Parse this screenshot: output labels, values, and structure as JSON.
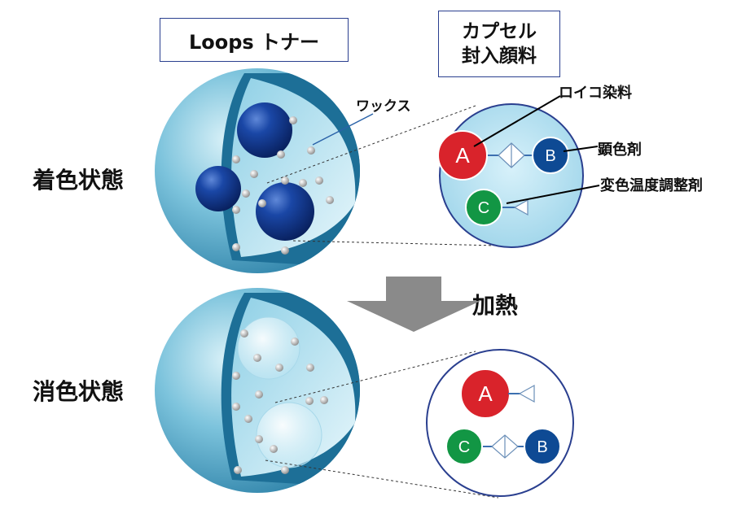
{
  "toner_box_label": "Loops トナー",
  "capsule_box_label": {
    "line1": "カプセル",
    "line2": "封入顔料"
  },
  "state_colored": "着色状態",
  "state_erased": "消色状態",
  "heat_label": "加熱",
  "callouts": {
    "wax": "ワックス",
    "leuco_dye": "ロイコ染料",
    "developer": "顕色剤",
    "color_temp_modifier": "変色温度調整剤"
  },
  "molecules": {
    "a": "A",
    "b": "B",
    "c": "C"
  },
  "colors": {
    "box_border": "#2a3f8f",
    "molecule_a": "#d9232b",
    "molecule_b": "#0e4a94",
    "molecule_c": "#129644",
    "arrow": "#8a8a8a",
    "sphere": "#7cc3dc",
    "pigment": "#0c2f7a"
  }
}
